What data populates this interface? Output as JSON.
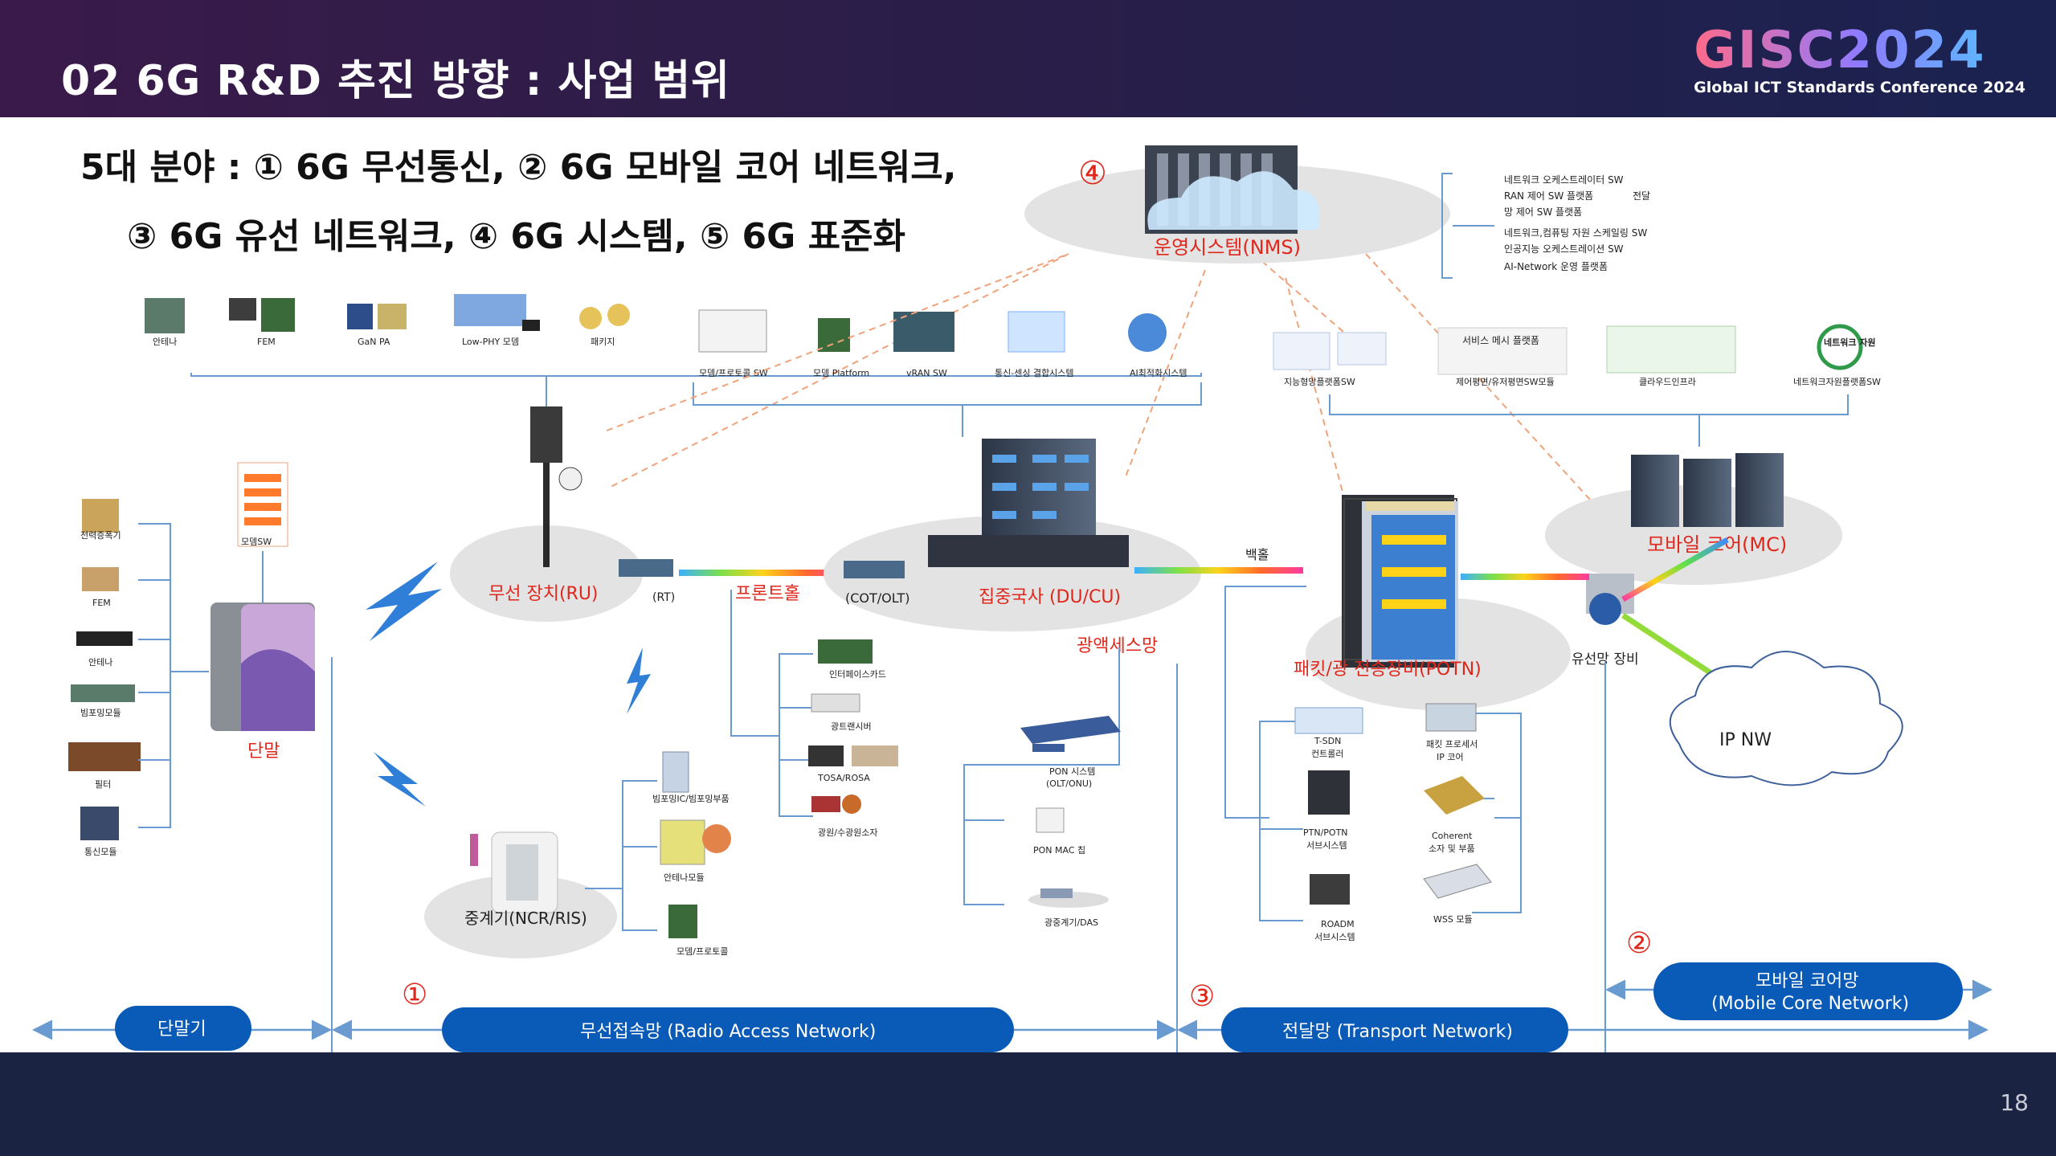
{
  "header": {
    "title": "02 6G R&D 추진 방향 : 사업 범위",
    "brand_logo": "GISC2024",
    "brand_sub": "Global ICT Standards Conference 2024"
  },
  "subtitle": {
    "line1": "5대 분야 : ① 6G 무선통신, ② 6G 모바일 코어 네트워크,",
    "line2": "③ 6G 유선 네트워크, ④ 6G 시스템, ⑤ 6G 표준화"
  },
  "nms": {
    "marker": "④",
    "label": "운영시스템(NMS)",
    "list": [
      "네트워크 오케스트레이터 SW",
      "RAN 제어 SW 플랫폼",
      "망 제어 SW 플랫폼",
      "네트워크,컴퓨팅 자원 스케일링 SW",
      "인공지능 오케스트레이션 SW",
      "AI-Network 운영 플랫폼"
    ],
    "list_tag": "전달"
  },
  "top_left_items": [
    "안테나",
    "FEM",
    "GaN PA",
    "Low-PHY 모뎀",
    "패키지"
  ],
  "top_mid_items": [
    "모뎀/프로토콜 SW",
    "모뎀 Platform",
    "vRAN SW",
    "통신-센싱 결합시스템",
    "AI최적화시스템"
  ],
  "top_right_items": [
    "지능형망플랫폼SW",
    "제어평면/유저평면SW모듈",
    "클라우드인프라",
    "네트워크자원플랫폼SW"
  ],
  "top_right_caption": "서비스 메시 플랫폼",
  "network_resource_badge": "네트워크 자원",
  "ru": {
    "label": "무선 장치(RU)",
    "rt": "(RT)"
  },
  "fronthaul": "프론트홀",
  "cot": "(COT/OLT)",
  "ducu": "집중국사 (DU/CU)",
  "backhaul": "백홀",
  "metro": "광액세스망",
  "potn": "패킷/광 전송장비(POTN)",
  "mc": "모바일 코어(MC)",
  "wired_equipment": "유선망 장비",
  "ipnw": "IP NW",
  "terminal": {
    "label": "단말",
    "modem_sw": "모뎀SW",
    "items": [
      "전력증폭기",
      "FEM",
      "안테나",
      "빔포밍모듈",
      "필터",
      "통신모듈"
    ]
  },
  "repeater": {
    "label": "중계기(NCR/RIS)",
    "items": [
      "빔포밍IC/빔포밍부품",
      "안테나모듈",
      "모뎀/프로토콜"
    ]
  },
  "fronthaul_items": [
    "인터페이스카드",
    "광트랜시버",
    "TOSA/ROSA",
    "광원/수광원소자"
  ],
  "access_items": [
    "PON 시스템\n(OLT/ONU)",
    "PON MAC 칩",
    "광중계기/DAS"
  ],
  "potn_items": [
    "T-SDN\n컨트롤러",
    "패킷 프로세서\nIP 코어",
    "PTN/POTN\n서브시스템",
    "Coherent\n소자 및 부품",
    "ROADM\n서브시스템",
    "WSS 모듈"
  ],
  "segments": {
    "terminal": "단말기",
    "ran_marker": "①",
    "ran": "무선접속망 (Radio Access Network)",
    "tn_marker": "③",
    "tn": "전달망 (Transport Network)",
    "mcn_marker": "②",
    "mcn_line1": "모바일 코어망",
    "mcn_line2": "(Mobile Core Network)"
  },
  "page_number": "18",
  "colors": {
    "accent_red": "#e0271c",
    "pill_blue": "#0a5bb8",
    "line_blue": "#6a9bd0",
    "ellipse": "#e3e3e3"
  }
}
